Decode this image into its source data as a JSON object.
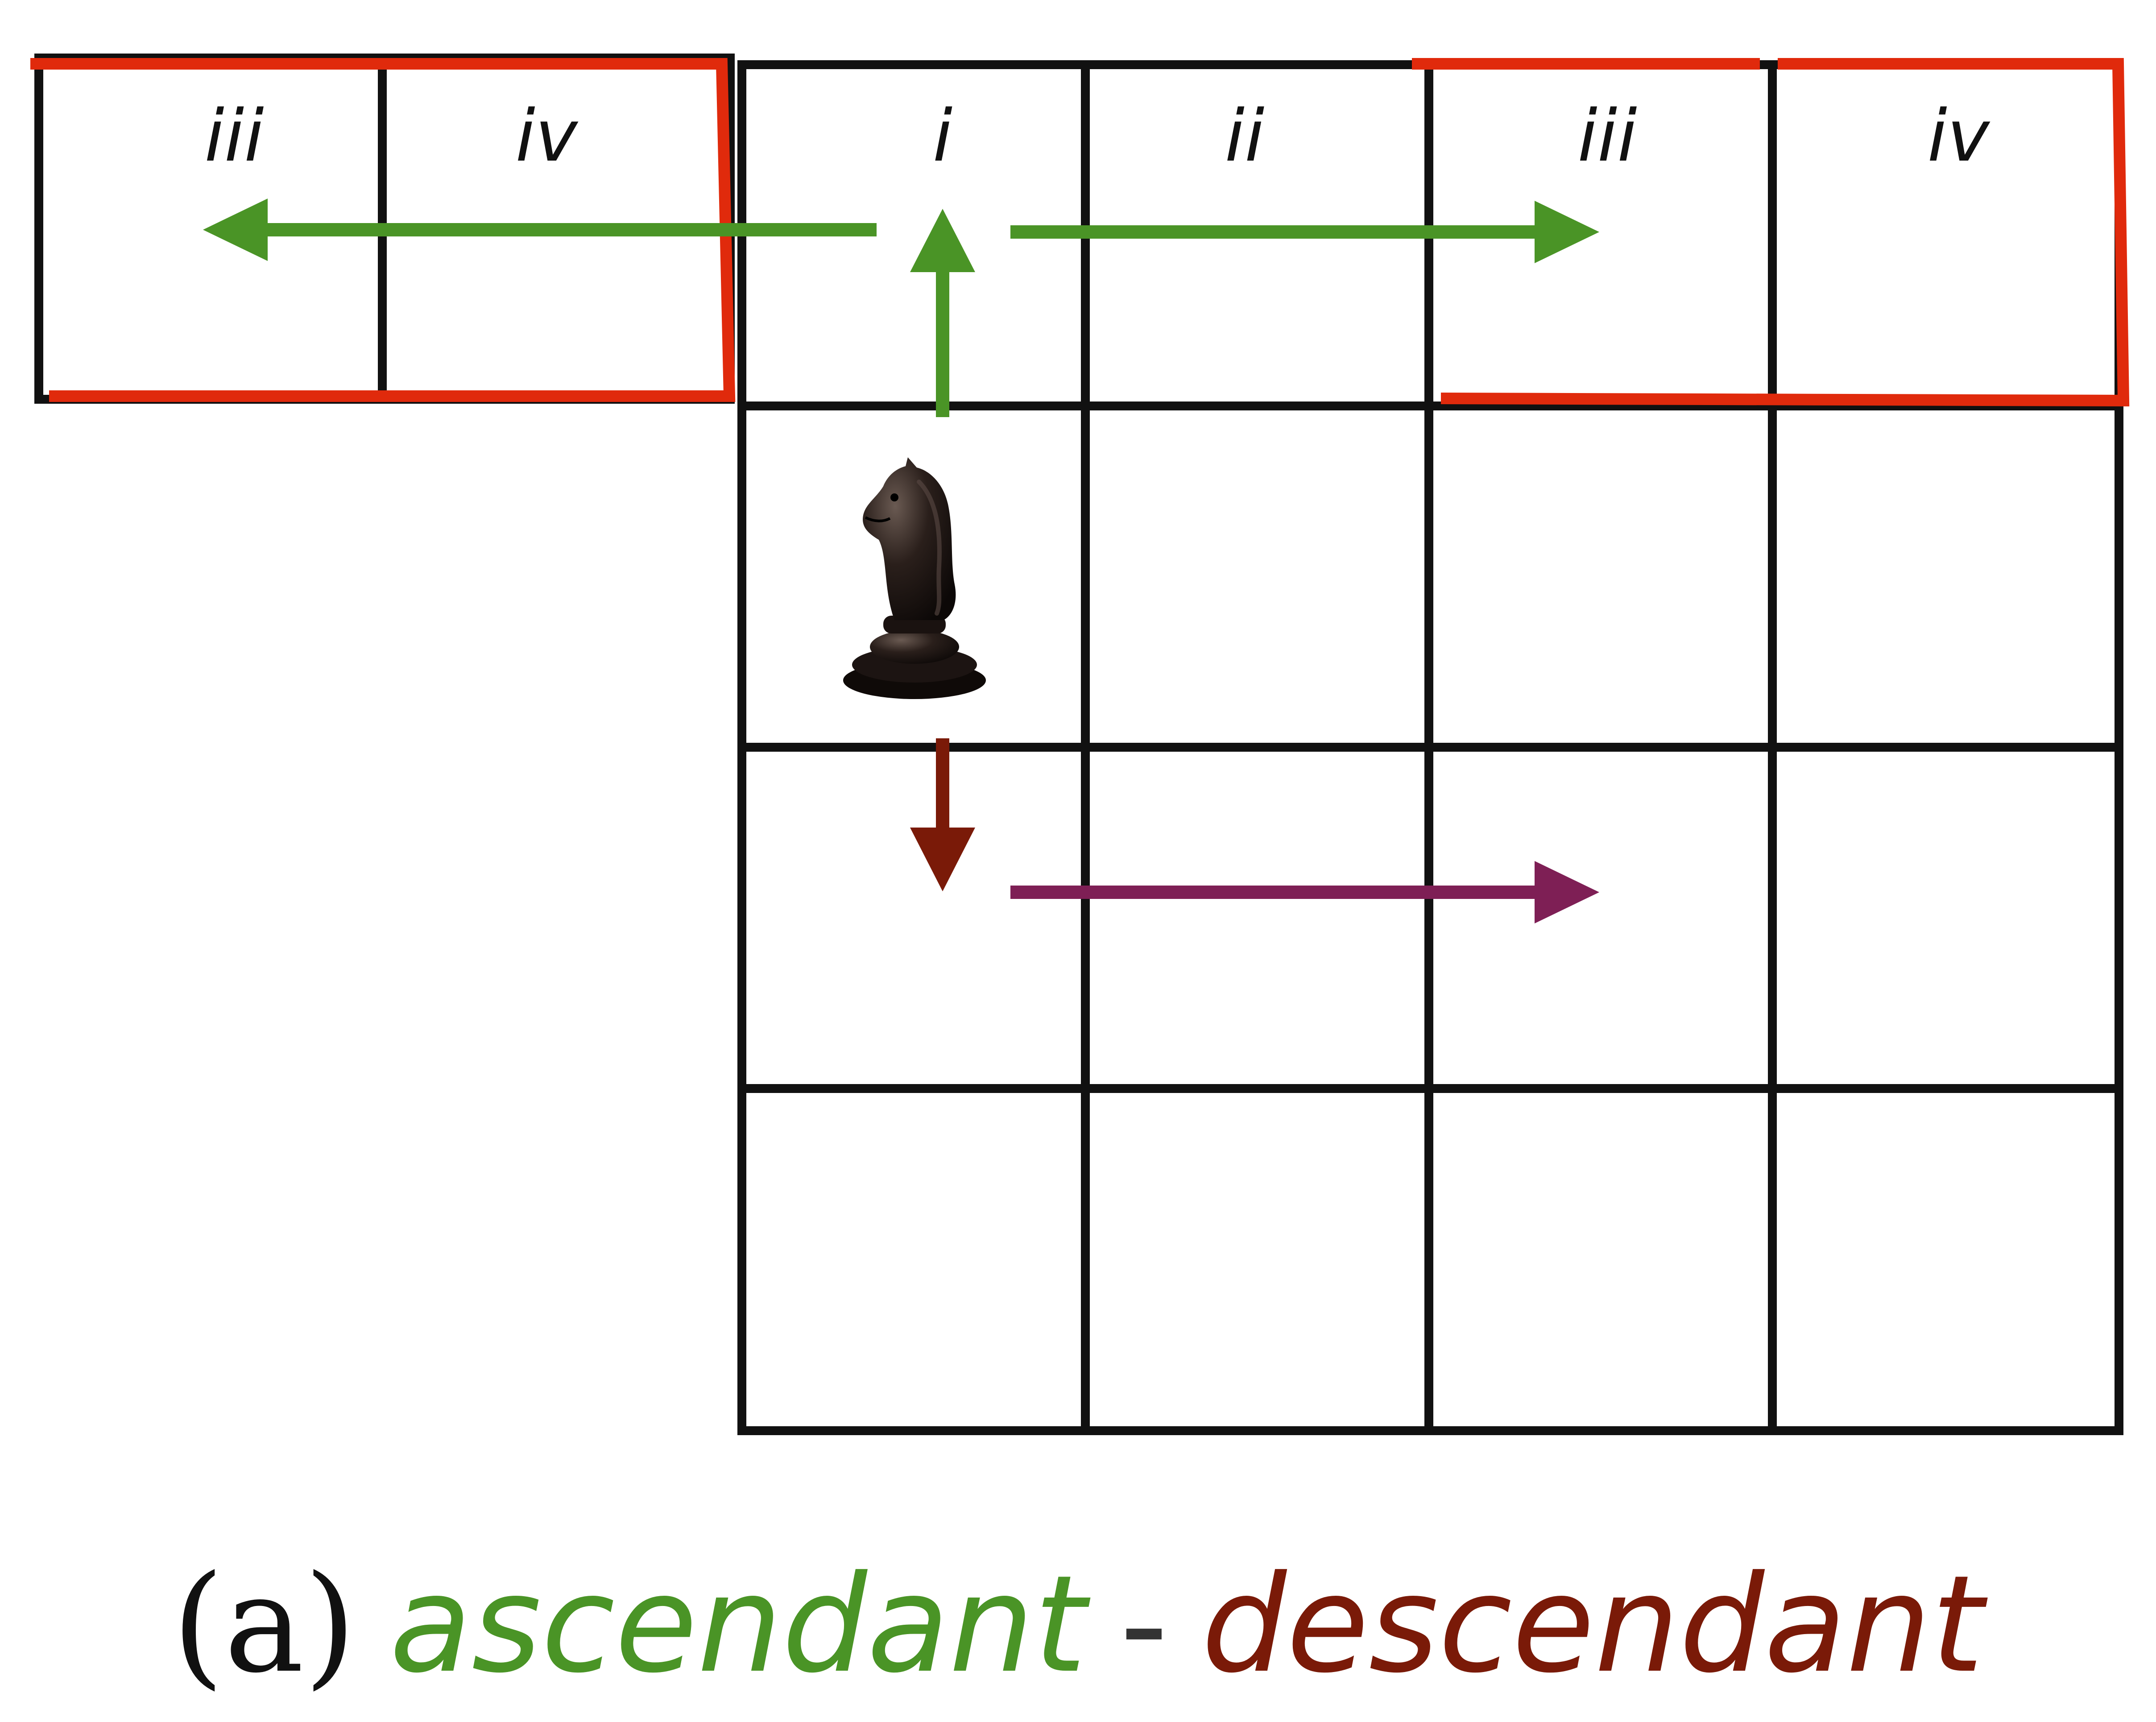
{
  "board": {
    "columns": 4,
    "rows": 4,
    "column_labels": [
      "i",
      "ii",
      "iii",
      "iv"
    ],
    "knight_position": {
      "column": 1,
      "row": 2
    },
    "highlighted_columns": [
      "iii",
      "iv"
    ]
  },
  "wrapped_columns": {
    "labels": [
      "iii",
      "iv"
    ]
  },
  "arrows": [
    {
      "name": "ascendant-up-arrow",
      "meaning": "ascendant",
      "color": "#4a9426"
    },
    {
      "name": "ascendant-right-arrow",
      "meaning": "ascendant",
      "color": "#4a9426"
    },
    {
      "name": "ascendant-left-arrow",
      "meaning": "ascendant",
      "color": "#4a9426"
    },
    {
      "name": "descendant-down-arrow",
      "meaning": "descendant",
      "color": "#7a1a08"
    },
    {
      "name": "descendant-right-arrow",
      "meaning": "descendant",
      "color": "#7e1f55"
    }
  ],
  "caption": {
    "label": "(a)",
    "ascendant": "ascendant",
    "separator": "-",
    "descendant": "descendant"
  },
  "colors": {
    "grid": "#111111",
    "highlight": "#e02a0c",
    "ascendant": "#4a9426",
    "descendant": "#7a1a08",
    "cross": "#7e1f55",
    "separator": "#333333"
  },
  "icons": {
    "piece": "chess-knight-icon"
  }
}
